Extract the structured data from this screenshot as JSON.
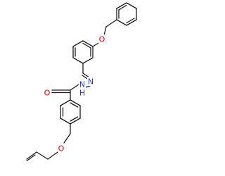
{
  "diagram": {
    "colors": {
      "bond": "#1a1a1a",
      "oxygen": "#d40000",
      "nitrogen": "#1f3fc8",
      "background": "#ffffff"
    },
    "atoms": [
      {
        "id": "o_benzyl_ether",
        "symbol": "O",
        "element": "oxygen"
      },
      {
        "id": "n_imine",
        "symbol": "N",
        "element": "nitrogen"
      },
      {
        "id": "n_amide",
        "symbol": "N",
        "element": "nitrogen"
      },
      {
        "id": "h_amide",
        "symbol": "H",
        "element": "nitrogen"
      },
      {
        "id": "o_carbonyl",
        "symbol": "O",
        "element": "oxygen"
      },
      {
        "id": "o_allyl_ether",
        "symbol": "O",
        "element": "oxygen"
      }
    ]
  }
}
